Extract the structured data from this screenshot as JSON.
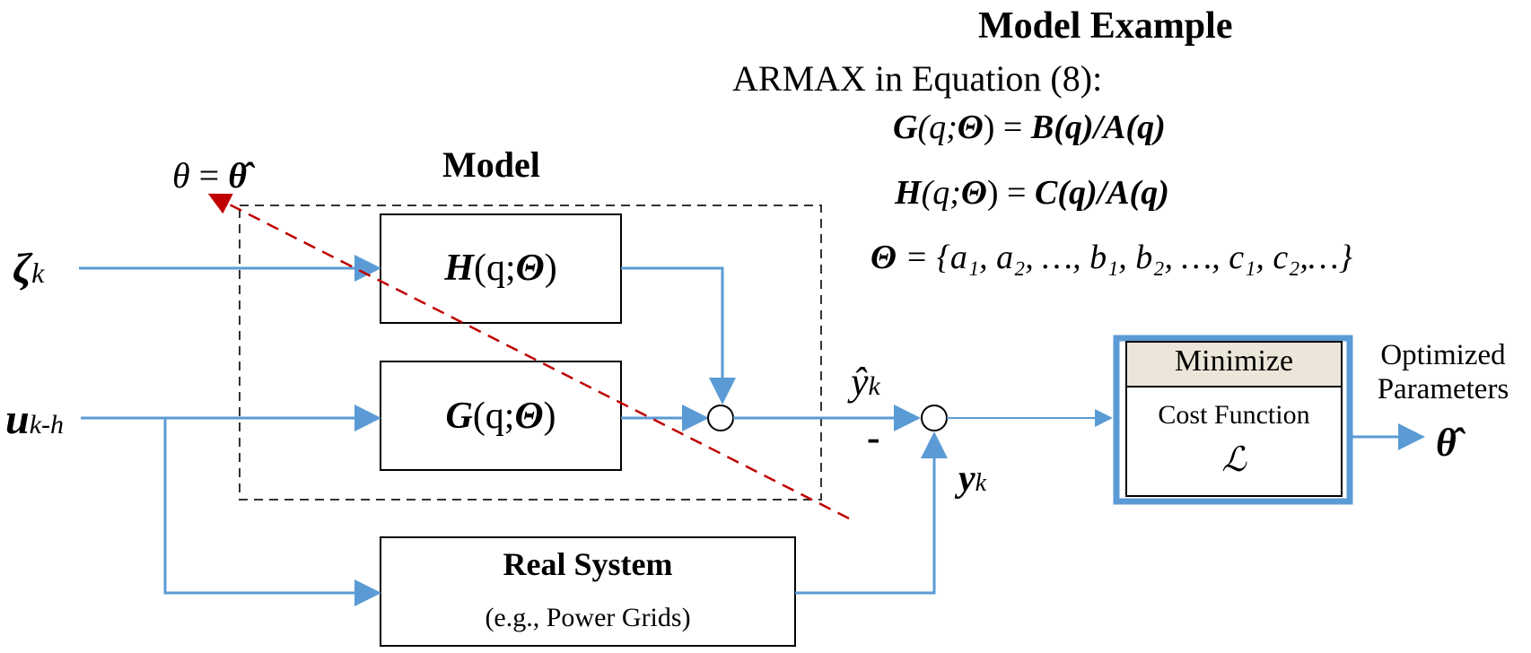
{
  "title": {
    "model_example": "Model Example",
    "armax_line": "ARMAX in Equation (8):"
  },
  "equations": {
    "g_lhs_bold": "G",
    "g_lhs_args": "(q;",
    "g_lhs_theta": "Θ",
    "g_rhs": ") = ",
    "g_rhs_expr": "B(q)/A(q)",
    "h_lhs_bold": "H",
    "h_lhs_args": "(q;",
    "h_lhs_theta": "Θ",
    "h_rhs": ") = ",
    "h_rhs_expr": "C(q)/A(q)",
    "theta_set_symbol": "Θ",
    "theta_set_expr": " = {a₁, a₂, …, b₁, b₂, …, c₁, c₂,…}"
  },
  "theta_assign": {
    "lhs": "θ",
    "eq": " = ",
    "rhs": "θ̂"
  },
  "model_label": "Model",
  "blocks": {
    "h_block": {
      "bold": "H",
      "args": "(q;",
      "theta": "Θ",
      "close": ")"
    },
    "g_block": {
      "bold": "G",
      "args": "(q;",
      "theta": "Θ",
      "close": ")"
    },
    "real_system": {
      "title": "Real System",
      "subtitle": "(e.g., Power Grids)"
    }
  },
  "signals": {
    "zeta": "ζ",
    "zeta_sub": "k",
    "u": "u",
    "u_sub": "k-h",
    "y_hat": "ŷ",
    "y_hat_sub": "k",
    "y": "y",
    "y_sub": "k",
    "minus": "-"
  },
  "optimizer": {
    "header": "Minimize",
    "body": "Cost Function",
    "symbol": "ℒ",
    "output_label_line1": "Optimized",
    "output_label_line2": "Parameters",
    "output_symbol": "θ̂"
  },
  "colors": {
    "signal_line": "#5b9bd5",
    "dashed_red": "#c00000",
    "header_fill": "#ece6da",
    "box_border_blue": "#5b9bd5"
  }
}
